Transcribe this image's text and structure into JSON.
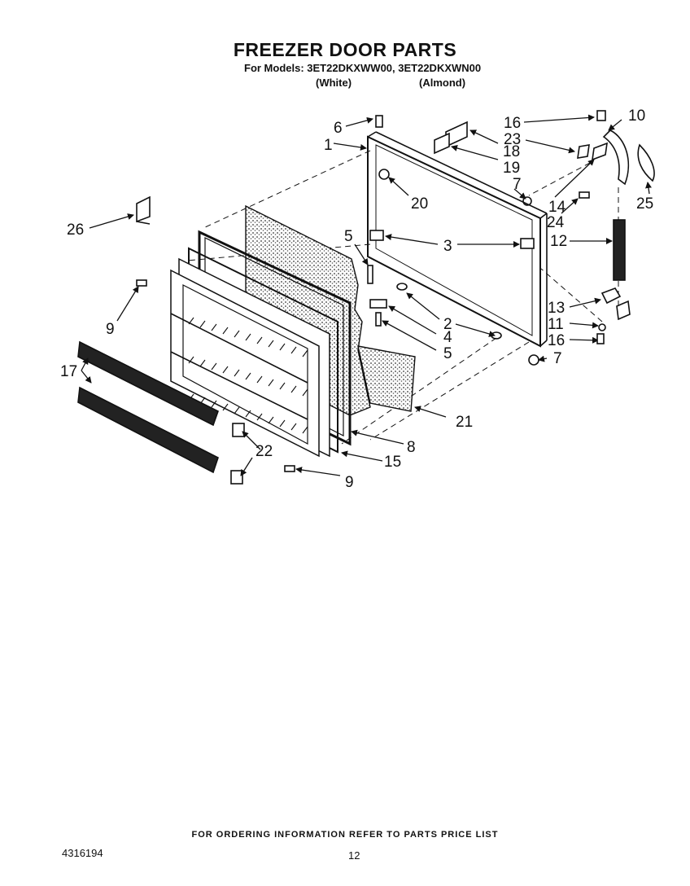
{
  "header": {
    "title": "FREEZER DOOR PARTS",
    "models_line": "For Models: 3ET22DKXWW00, 3ET22DKXWN00",
    "variant_white": "(White)",
    "variant_almond": "(Almond)"
  },
  "callouts": {
    "c1": "1",
    "c2": "2",
    "c3": "3",
    "c4": "4",
    "c5a": "5",
    "c5b": "5",
    "c6": "6",
    "c7a": "7",
    "c7b": "7",
    "c8": "8",
    "c9a": "9",
    "c9b": "9",
    "c10": "10",
    "c11": "11",
    "c12": "12",
    "c13": "13",
    "c14": "14",
    "c15": "15",
    "c16a": "16",
    "c16b": "16",
    "c17": "17",
    "c18": "18",
    "c19": "19",
    "c20": "20",
    "c21": "21",
    "c22": "22",
    "c23": "23",
    "c24": "24",
    "c25": "25",
    "c26": "26"
  },
  "footer": {
    "ordering_note": "FOR ORDERING INFORMATION REFER TO PARTS PRICE LIST",
    "doc_number": "4316194",
    "page_number": "12"
  },
  "colors": {
    "ink": "#111111",
    "paper": "#ffffff",
    "stipple": "#555555"
  }
}
